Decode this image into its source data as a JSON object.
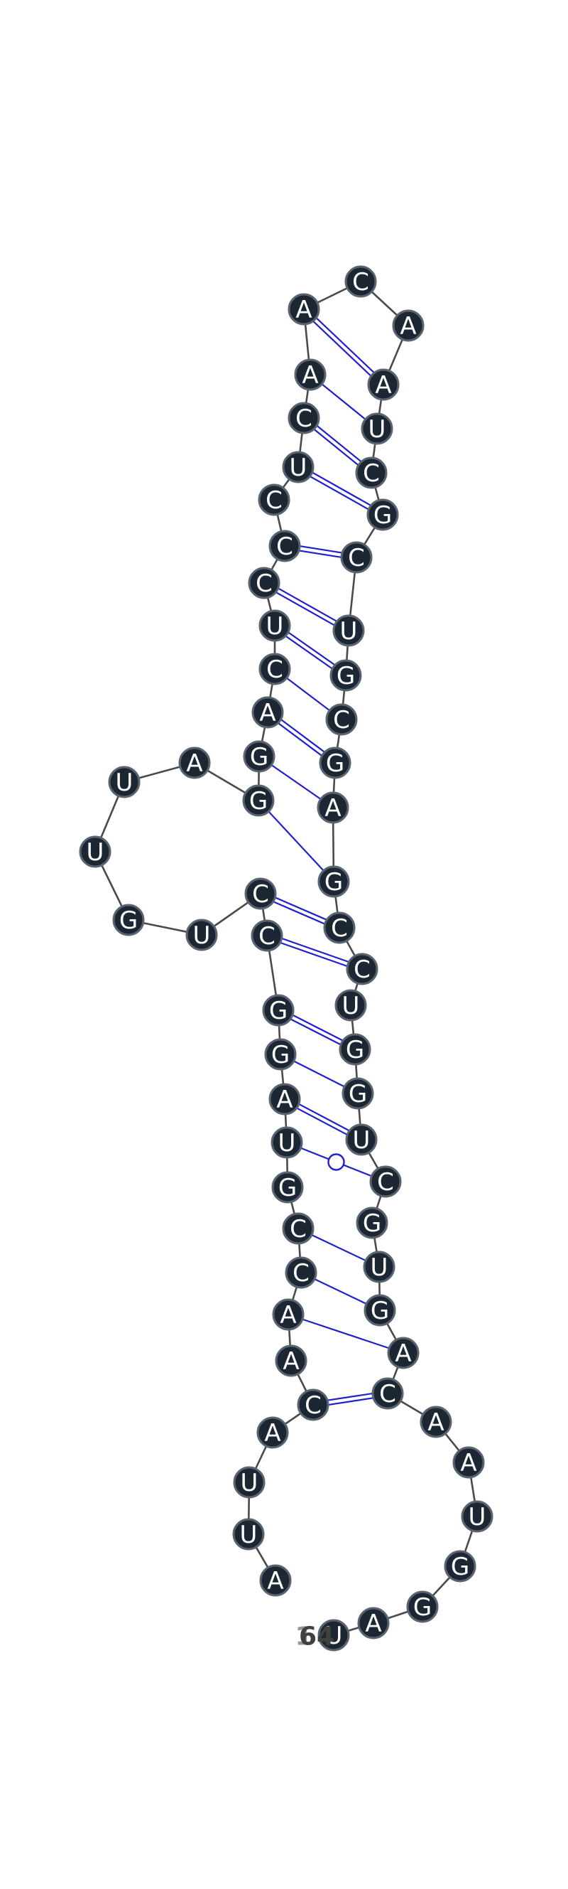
{
  "sequence": [
    "A",
    "U",
    "U",
    "A",
    "C",
    "A",
    "A",
    "C",
    "C",
    "G",
    "U",
    "A",
    "G",
    "G",
    "C",
    "C",
    "U",
    "G",
    "U",
    "U",
    "A",
    "G",
    "G",
    "A",
    "C",
    "U",
    "C",
    "C",
    "C",
    "U",
    "C",
    "A",
    "A",
    "C",
    "A",
    "A",
    "U",
    "C",
    "G",
    "C",
    "U",
    "G",
    "C",
    "G",
    "A",
    "G",
    "C",
    "C",
    "U",
    "G",
    "G",
    "U",
    "C",
    "G",
    "U",
    "G",
    "A",
    "C",
    "A",
    "A",
    "U",
    "G",
    "G",
    "A",
    "U"
  ],
  "labels": {
    "end": "64",
    "overlap": "1"
  },
  "colors": {
    "node_fill": "#1c2733",
    "node_stroke": "#5a6470",
    "backbone": "#4a4a4a",
    "pair": "#1f1fd0"
  }
}
